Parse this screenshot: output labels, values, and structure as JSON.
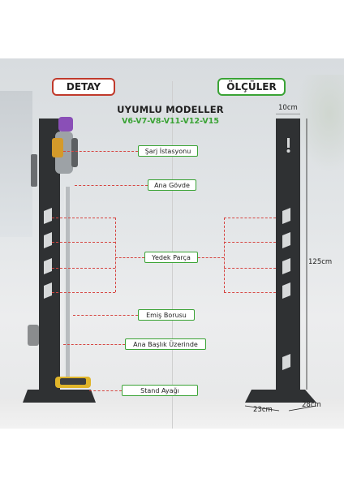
{
  "tabs": {
    "left": "DETAY",
    "right": "ÖLÇÜLER"
  },
  "heading": {
    "title": "UYUMLU MODELLER",
    "models": "V6-V7-V8-V11-V12-V15"
  },
  "labels": [
    "Şarj İstasyonu",
    "Ana Gövde",
    "Yedek Parça",
    "Emiş Borusu",
    "Ana Başlık Üzerinde",
    "Stand Ayağı"
  ],
  "dimensions": {
    "top_width": "10cm",
    "height": "125cm",
    "base_depth": "23cm",
    "base_width": "28cm"
  },
  "colors": {
    "accent_green": "#3aa335",
    "accent_red": "#c0392b",
    "dash_red": "#d64541",
    "stand_dark": "#2f3133",
    "vacuum_gold": "#d49a2a",
    "vacuum_purple": "#8a4fb7"
  }
}
